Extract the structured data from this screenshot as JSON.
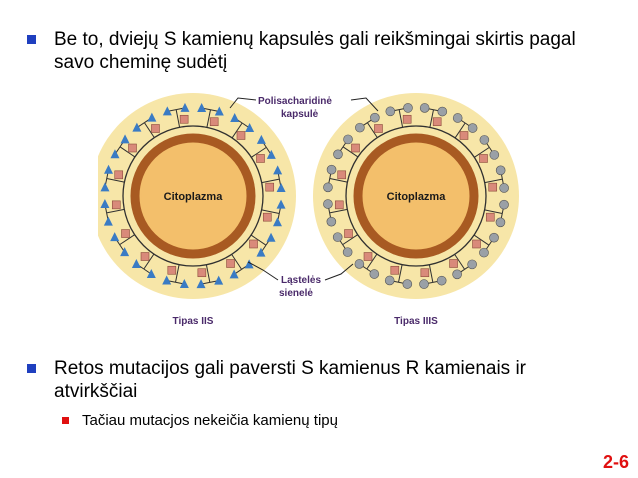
{
  "bullets": [
    {
      "text": "Be to, dviejų S kamienų kapsulės gali reikšmingai skirtis pagal savo cheminę sudėtį"
    },
    {
      "text": "Retos mutacijos gali paversti S kamienus R kamienais ir atvirkščiai"
    }
  ],
  "sub_bullets": [
    {
      "text": "Tačiau mutacjos nekeičia kamienų tipų"
    }
  ],
  "figure": {
    "label_capsule_line1": "Polisacharidinė",
    "label_capsule_line2": "kapsulė",
    "label_wall_line1": "Ląstelės",
    "label_wall_line2": "sienelė",
    "cytoplasm_left": "Citoplazma",
    "cytoplasm_right": "Citoplazma",
    "type_left": "Tipas IIS",
    "type_right": "Tipas IIIS"
  },
  "colors": {
    "bullet_blue": "#1f3fbf",
    "bullet_red": "#e01010",
    "capsule_fill": "#f7e6a8",
    "wall_ring": "#a85a22",
    "cytoplasm_fill": "#f3bf6b",
    "label_purple": "#4a2a6a",
    "triangle_blue": "#3a7bc4",
    "square_pink": "#d98a7a",
    "circle_gray": "#9aa0a6"
  },
  "page_number": "2-6"
}
